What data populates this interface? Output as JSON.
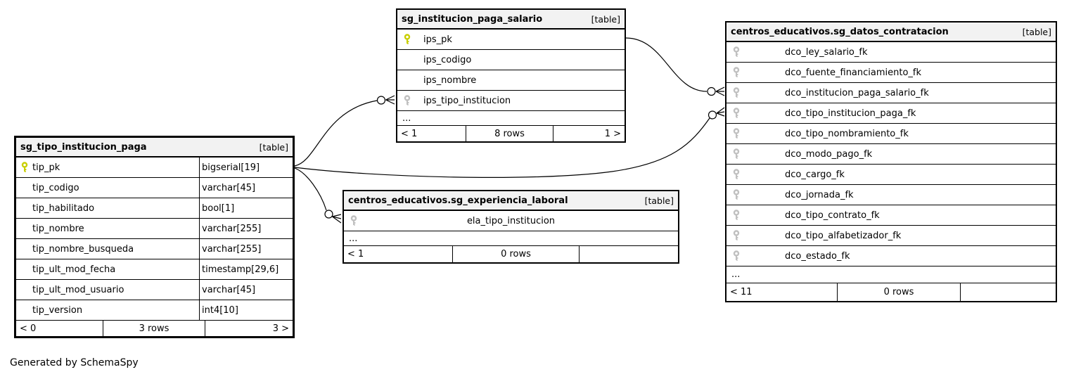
{
  "generated_by": "Generated by SchemaSpy",
  "colors": {
    "pk_key": "#c9cf00",
    "fk_key": "#c0c0c0",
    "header_bg": "#f2f2f2",
    "edge": "#000000"
  },
  "tables": [
    {
      "title": "sg_institucion_paga_salario",
      "tag": "[table]",
      "ellipsis": "...",
      "footer": {
        "left": "< 1",
        "center": "8 rows",
        "right": "1 >"
      },
      "columns": [
        {
          "name": "ips_pk",
          "key": "pk"
        },
        {
          "name": "ips_codigo",
          "key": "none"
        },
        {
          "name": "ips_nombre",
          "key": "none"
        },
        {
          "name": "ips_tipo_institucion",
          "key": "fk"
        }
      ]
    },
    {
      "title": "centros_educativos.sg_datos_contratacion",
      "tag": "[table]",
      "ellipsis": "...",
      "footer": {
        "left": "< 11",
        "center": "0 rows",
        "right": ""
      },
      "columns": [
        {
          "name": "dco_ley_salario_fk",
          "key": "fk"
        },
        {
          "name": "dco_fuente_financiamiento_fk",
          "key": "fk"
        },
        {
          "name": "dco_institucion_paga_salario_fk",
          "key": "fk"
        },
        {
          "name": "dco_tipo_institucion_paga_fk",
          "key": "fk"
        },
        {
          "name": "dco_tipo_nombramiento_fk",
          "key": "fk"
        },
        {
          "name": "dco_modo_pago_fk",
          "key": "fk"
        },
        {
          "name": "dco_cargo_fk",
          "key": "fk"
        },
        {
          "name": "dco_jornada_fk",
          "key": "fk"
        },
        {
          "name": "dco_tipo_contrato_fk",
          "key": "fk"
        },
        {
          "name": "dco_tipo_alfabetizador_fk",
          "key": "fk"
        },
        {
          "name": "dco_estado_fk",
          "key": "fk"
        }
      ]
    },
    {
      "title": "sg_tipo_institucion_paga",
      "tag": "[table]",
      "footer": {
        "left": "< 0",
        "center": "3 rows",
        "right": "3 >"
      },
      "columns": [
        {
          "name": "tip_pk",
          "type": "bigserial[19]",
          "key": "pk"
        },
        {
          "name": "tip_codigo",
          "type": "varchar[45]",
          "key": "none"
        },
        {
          "name": "tip_habilitado",
          "type": "bool[1]",
          "key": "none"
        },
        {
          "name": "tip_nombre",
          "type": "varchar[255]",
          "key": "none"
        },
        {
          "name": "tip_nombre_busqueda",
          "type": "varchar[255]",
          "key": "none"
        },
        {
          "name": "tip_ult_mod_fecha",
          "type": "timestamp[29,6]",
          "key": "none"
        },
        {
          "name": "tip_ult_mod_usuario",
          "type": "varchar[45]",
          "key": "none"
        },
        {
          "name": "tip_version",
          "type": "int4[10]",
          "key": "none"
        }
      ]
    },
    {
      "title": "centros_educativos.sg_experiencia_laboral",
      "tag": "[table]",
      "ellipsis": "...",
      "footer": {
        "left": "< 1",
        "center": "0 rows",
        "right": ""
      },
      "columns": [
        {
          "name": "ela_tipo_institucion",
          "key": "fk"
        }
      ]
    }
  ],
  "relationships": [
    {
      "from": "sg_institucion_paga_salario.ips_pk",
      "to": "centros_educativos.sg_datos_contratacion.dco_institucion_paga_salario_fk"
    },
    {
      "from": "sg_tipo_institucion_paga.tip_pk",
      "to": "sg_institucion_paga_salario.ips_tipo_institucion"
    },
    {
      "from": "sg_tipo_institucion_paga.tip_pk",
      "to": "centros_educativos.sg_datos_contratacion.dco_tipo_institucion_paga_fk"
    },
    {
      "from": "sg_tipo_institucion_paga.tip_pk",
      "to": "centros_educativos.sg_experiencia_laboral.ela_tipo_institucion"
    }
  ]
}
